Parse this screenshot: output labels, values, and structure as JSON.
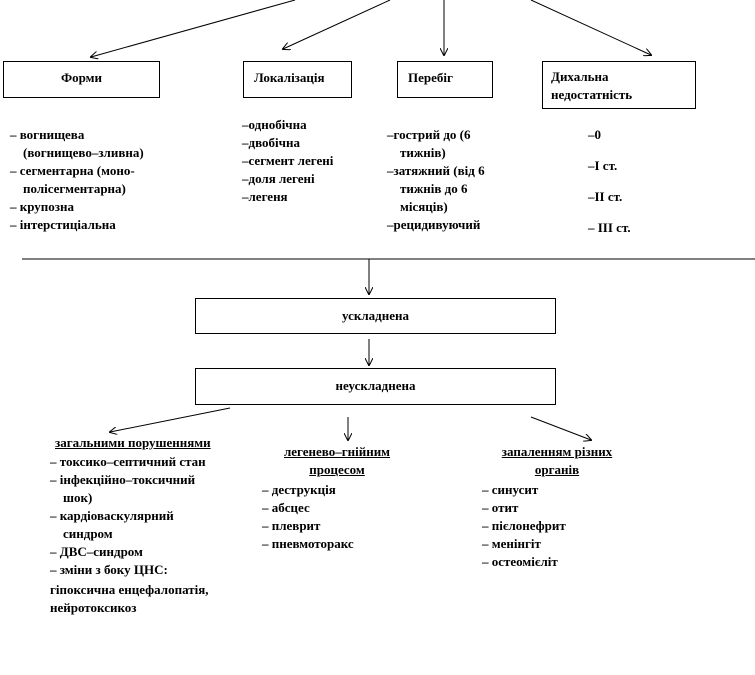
{
  "top": {
    "forms_label": "Форми",
    "loc_label": "Локалізація",
    "course_label": "Перебіг",
    "dn_label_1": "Дихальна",
    "dn_label_2": "недостатність"
  },
  "forms_items": [
    [
      "– вогнищева",
      "(вогнищево–зливна)"
    ],
    [
      "– сегментарна (моно-",
      "полісегментарна)"
    ],
    [
      "– крупозна"
    ],
    [
      "– інтерстиціальна"
    ]
  ],
  "loc_items": [
    "–однобічна",
    "–двобічна",
    "–сегмент легені",
    "–доля легені",
    "–легеня"
  ],
  "course_items": [
    [
      "–гострий до (6",
      "тижнів)"
    ],
    [
      "–затяжний (від 6",
      "тижнів до 6",
      "місяців)"
    ],
    [
      "–рецидивуючий"
    ]
  ],
  "dn_items": [
    "–0",
    "–І ст.",
    "–ІІ ст.",
    "– ІІІ ст."
  ],
  "middle": {
    "complicated": "ускладнена",
    "uncomplicated": "неускладнена"
  },
  "bottom": {
    "general": {
      "heading": "загальними порушеннями",
      "items": [
        [
          "– токсико–септичний стан"
        ],
        [
          "– інфекційно–токсичний",
          "шок)"
        ],
        [
          "– кардіоваскулярний",
          "синдром"
        ],
        [
          "– ДВС–синдром"
        ],
        [
          "– зміни з боку ЦНС:"
        ]
      ],
      "tail": [
        "гіпоксична енцефалопатія,",
        "нейротоксикоз"
      ]
    },
    "pulmonary": {
      "heading_1": "легенево–гнійним",
      "heading_2": "процесом",
      "items": [
        "– деструкція",
        "– абсцес",
        "– плеврит",
        "– пневмоторакс"
      ]
    },
    "organs": {
      "heading_1": "запаленням різних",
      "heading_2": "органів",
      "items": [
        "– синусит",
        "– отит",
        "– пієлонефрит",
        "– менінгіт",
        "– остеомієліт"
      ]
    }
  }
}
